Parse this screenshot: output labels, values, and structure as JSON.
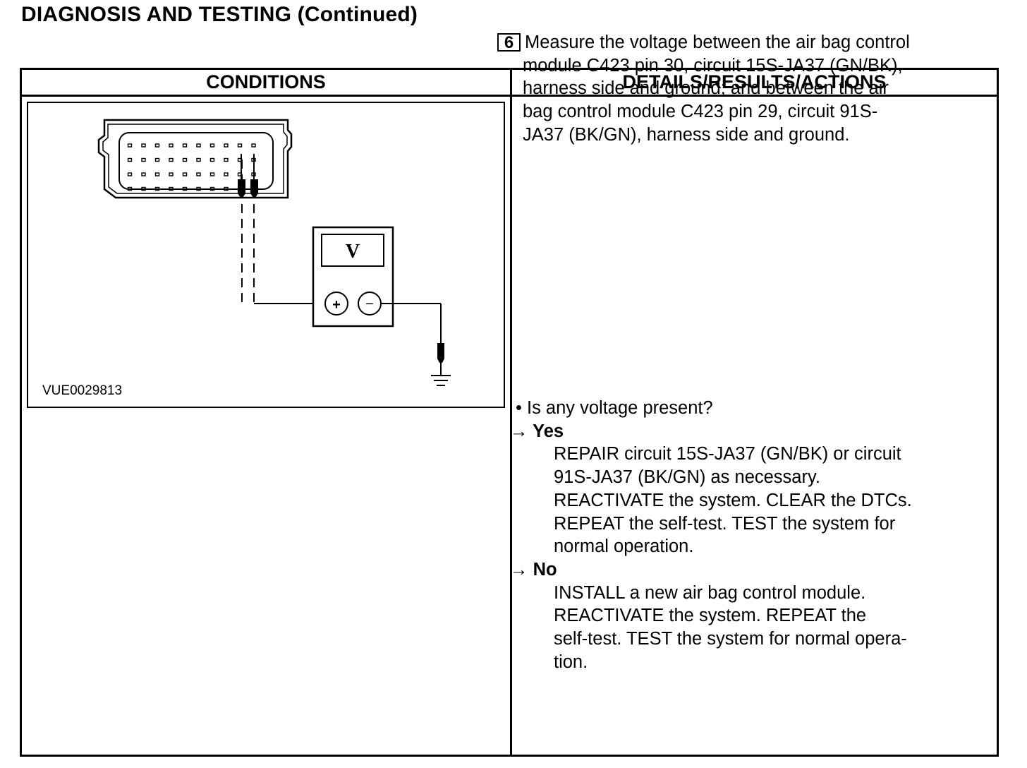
{
  "page": {
    "title": "DIAGNOSIS AND TESTING (Continued)"
  },
  "table": {
    "headers": {
      "conditions": "CONDITIONS",
      "details": "DETAILS/RESULTS/ACTIONS"
    }
  },
  "figure": {
    "id": "VUE0029813",
    "meter_label": "V",
    "plus_symbol": "+",
    "minus_symbol": "−"
  },
  "step": {
    "number": "6",
    "lines": [
      "Measure the voltage between the air bag control",
      "module C423 pin 30, circuit 15S-JA37 (GN/BK),",
      "harness side and ground; and between the air",
      "bag control module C423 pin 29, circuit 91S-",
      "JA37 (BK/GN), harness side and ground."
    ]
  },
  "results": {
    "question": "• Is any voltage present?",
    "arrow": "→",
    "yes_label": "Yes",
    "yes_lines": [
      "REPAIR circuit 15S-JA37 (GN/BK) or circuit",
      "91S-JA37 (BK/GN) as necessary.",
      "REACTIVATE the system. CLEAR the DTCs.",
      "REPEAT the self-test. TEST the system for",
      "normal operation."
    ],
    "no_label": "No",
    "no_lines": [
      "INSTALL a new air bag control module.",
      "REACTIVATE the system. REPEAT the",
      "self-test. TEST the system for normal opera-",
      "tion."
    ]
  }
}
